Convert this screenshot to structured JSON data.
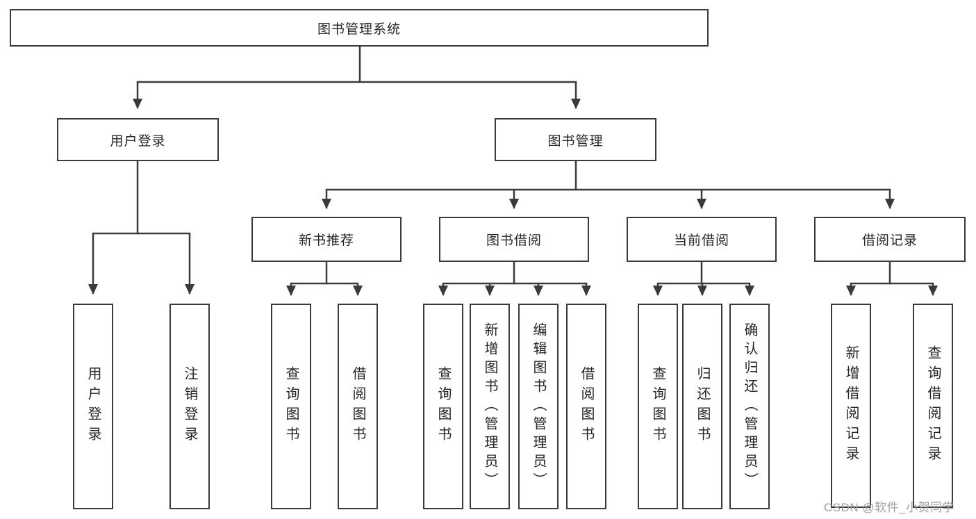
{
  "colors": {
    "line": "#3a3a3a",
    "box_border": "#3a3a3a",
    "box_text": "#262626",
    "background": "#ffffff",
    "watermark_text_color": "#9e9e9e"
  },
  "watermark": {
    "text": "CSDN @软件_小贺同学"
  },
  "tree": {
    "root": {
      "label": "图书管理系统",
      "children": [
        {
          "label": "用户登录",
          "children": [
            {
              "label": "用户登录"
            },
            {
              "label": "注销登录"
            }
          ]
        },
        {
          "label": "图书管理",
          "children": [
            {
              "label": "新书推荐",
              "children": [
                {
                  "label": "查询图书"
                },
                {
                  "label": "借阅图书"
                }
              ]
            },
            {
              "label": "图书借阅",
              "children": [
                {
                  "label": "查询图书"
                },
                {
                  "label": "新增图书（管理员）"
                },
                {
                  "label": "编辑图书（管理员）"
                },
                {
                  "label": "借阅图书"
                }
              ]
            },
            {
              "label": "当前借阅",
              "children": [
                {
                  "label": "查询图书"
                },
                {
                  "label": "归还图书"
                },
                {
                  "label": "确认归还（管理员）"
                }
              ]
            },
            {
              "label": "借阅记录",
              "children": [
                {
                  "label": "新增借阅记录"
                },
                {
                  "label": "查询借阅记录"
                }
              ]
            }
          ]
        }
      ]
    }
  }
}
